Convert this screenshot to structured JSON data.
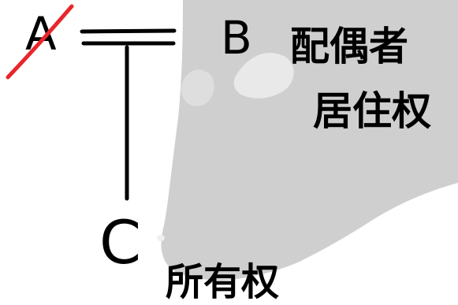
{
  "nodes": {
    "a": {
      "label": "A",
      "status": "struck-out"
    },
    "b": {
      "label": "B",
      "right_line_1": "配偶者",
      "right_line_2": "居住权"
    },
    "c": {
      "label": "C",
      "right_label": "所有权"
    }
  },
  "colors": {
    "ink": "#000000",
    "strike": "#e8262b",
    "watermark": "#c9c9c9"
  }
}
